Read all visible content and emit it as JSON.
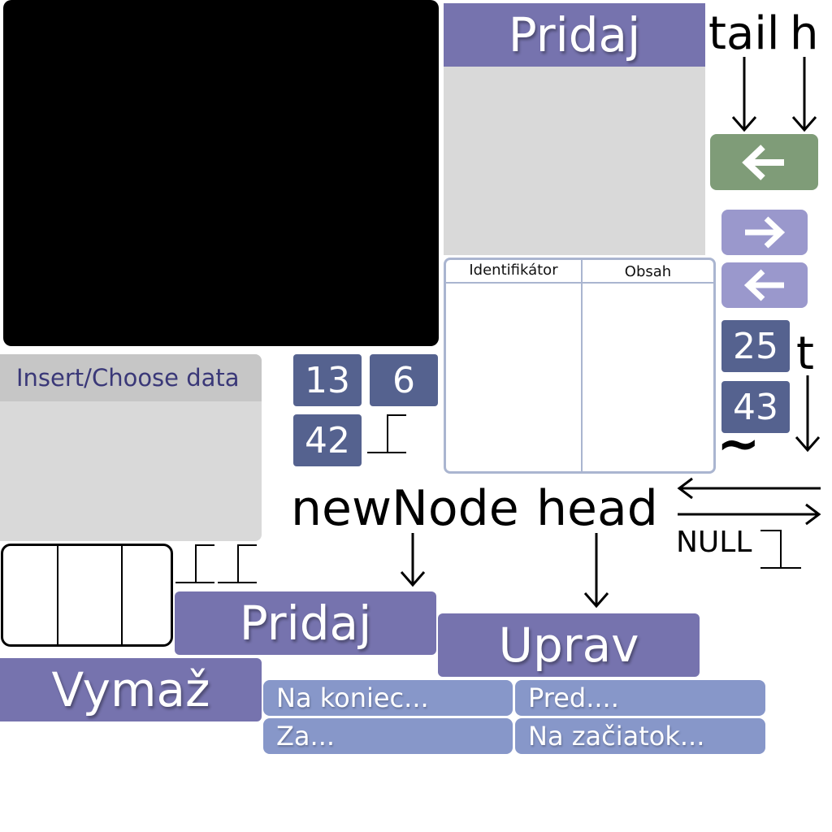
{
  "top_panel": {
    "add_label": "Pridaj"
  },
  "table": {
    "columns": [
      "Identifikátor",
      "Obsah"
    ]
  },
  "data_panel": {
    "header": "Insert/Choose data"
  },
  "tiles": [
    "13",
    "6",
    "42",
    "25",
    "43"
  ],
  "labels": {
    "tail": "tail",
    "h": "h",
    "t": "t",
    "tilde": "~",
    "newNode": "newNode",
    "head": "head",
    "null": "NULL"
  },
  "buttons": {
    "add": "Pridaj",
    "edit": "Uprav",
    "delete": "Vymaž",
    "at_end": "Na koniec...",
    "before": "Pred....",
    "after": "Za...",
    "at_start": "Na začiatok..."
  },
  "colors": {
    "purple": "#7673ae",
    "blue": "#8797c9",
    "tile": "#55628f",
    "green": "#7f9c78",
    "light_purple": "#9a98cc"
  }
}
